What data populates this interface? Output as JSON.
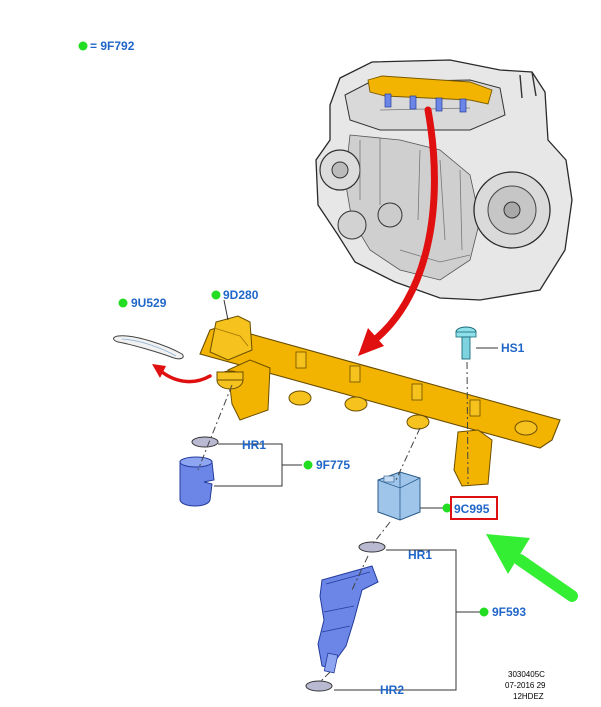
{
  "legend": {
    "text": "= 9F792",
    "dot_color": "#22dd22"
  },
  "labels": {
    "l_9u529": "9U529",
    "l_9d280": "9D280",
    "l_hs1": "HS1",
    "l_hr1_top": "HR1",
    "l_9f775": "9F775",
    "l_9c995": "9C995",
    "l_hr1_bottom": "HR1",
    "l_9f593": "9F593",
    "l_hr2": "HR2"
  },
  "reference": {
    "line1": "3030405C",
    "line2": "07-2016 29",
    "line3": "12HDEZ"
  },
  "colors": {
    "label": "#1f66c8",
    "dot": "#22dd22",
    "highlight_box": "#dd1111",
    "rail": "#f2b400",
    "blue_part": "#6b86e6",
    "connector": "#9fc6ea",
    "red_arrow": "#e01010",
    "green_arrow": "#33ee33"
  }
}
